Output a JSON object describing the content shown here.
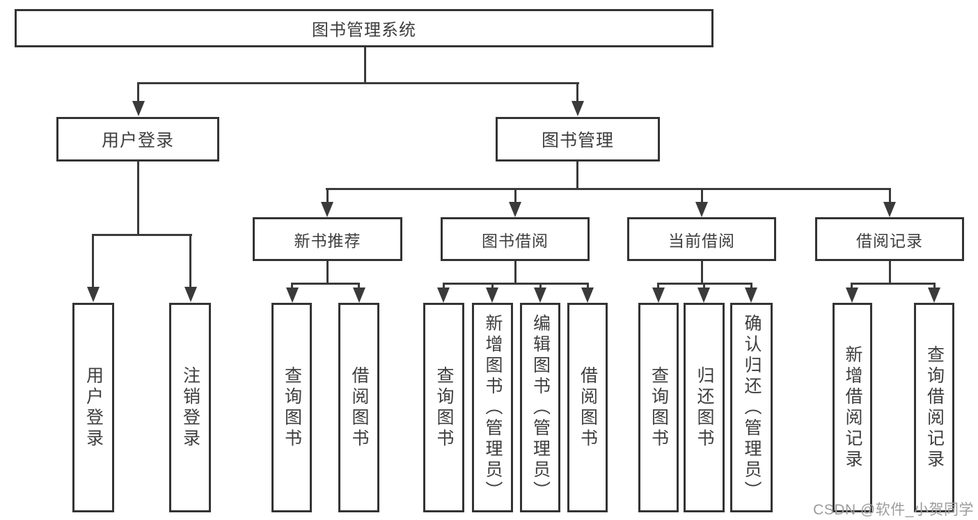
{
  "diagram_title": "图书管理系统",
  "nodes": {
    "root": "图书管理系统",
    "user_login": "用户登录",
    "book_management": "图书管理",
    "new_book_recommend": "新书推荐",
    "book_borrow": "图书借阅",
    "current_borrow": "当前借阅",
    "borrow_record": "借阅记录",
    "leaf_user_login": "用户登录",
    "leaf_logout": "注销登录",
    "leaf_nbr_query_book": "查询图书",
    "leaf_nbr_borrow_book": "借阅图书",
    "leaf_bb_query_book": "查询图书",
    "leaf_bb_add_book": "新增图书（管理员）",
    "leaf_bb_edit_book": "编辑图书（管理员）",
    "leaf_bb_borrow_book": "借阅图书",
    "leaf_cb_query_book": "查询图书",
    "leaf_cb_return_book": "归还图书",
    "leaf_cb_confirm_return": "确认归还（管理员）",
    "leaf_br_add_record": "新增借阅记录",
    "leaf_br_query_record": "查询借阅记录"
  },
  "watermark": "CSDN @软件_小贺同学",
  "colors": {
    "line": "#3a3a3a",
    "text": "#3e3e3e",
    "watermark": "#9c9c9c",
    "background": "#ffffff"
  }
}
